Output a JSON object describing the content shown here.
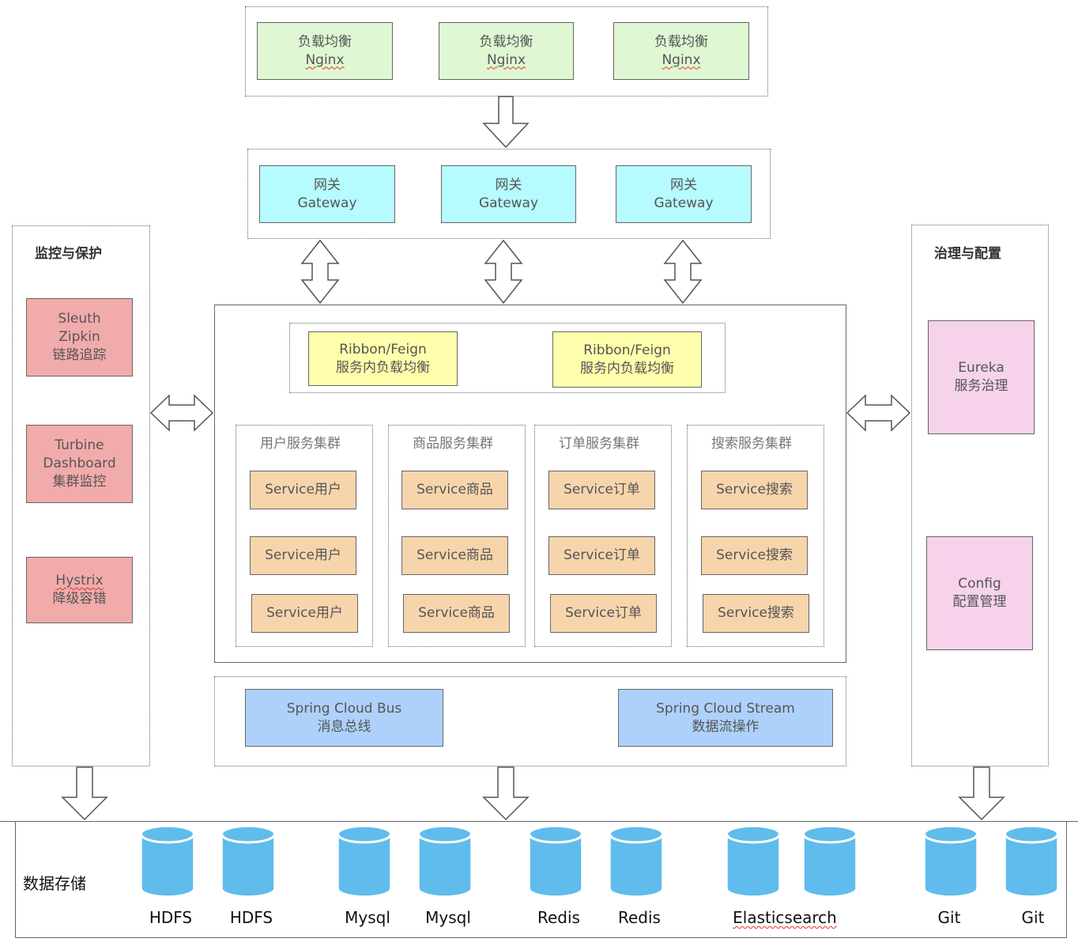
{
  "nginx": [
    {
      "title": "负载均衡",
      "name": "Nginx"
    },
    {
      "title": "负载均衡",
      "name": "Nginx"
    },
    {
      "title": "负载均衡",
      "name": "Nginx"
    }
  ],
  "gateways": [
    {
      "title": "网关",
      "name": "Gateway"
    },
    {
      "title": "网关",
      "name": "Gateway"
    },
    {
      "title": "网关",
      "name": "Gateway"
    }
  ],
  "ribbon": [
    {
      "name": "Ribbon/Feign",
      "desc": "服务内负载均衡"
    },
    {
      "name": "Ribbon/Feign",
      "desc": "服务内负载均衡"
    }
  ],
  "clusters": [
    {
      "title": "用户服务集群",
      "services": [
        "Service用户",
        "Service用户",
        "Service用户"
      ]
    },
    {
      "title": "商品服务集群",
      "services": [
        "Service商品",
        "Service商品",
        "Service商品"
      ]
    },
    {
      "title": "订单服务集群",
      "services": [
        "Service订单",
        "Service订单",
        "Service订单"
      ]
    },
    {
      "title": "搜索服务集群",
      "services": [
        "Service搜索",
        "Service搜索",
        "Service搜索"
      ]
    }
  ],
  "monitor": {
    "title": "监控与保护",
    "items": [
      {
        "lines": [
          "Sleuth",
          "Zipkin",
          "链路追踪"
        ]
      },
      {
        "lines": [
          "Turbine",
          "Dashboard",
          "集群监控"
        ]
      },
      {
        "lines": [
          "Hystrix",
          "降级容错"
        ]
      }
    ]
  },
  "governance": {
    "title": "治理与配置",
    "items": [
      {
        "lines": [
          "Eureka",
          "服务治理"
        ]
      },
      {
        "lines": [
          "Config",
          "配置管理"
        ]
      }
    ]
  },
  "messaging": [
    {
      "name": "Spring Cloud Bus",
      "desc": "消息总线"
    },
    {
      "name": "Spring Cloud Stream",
      "desc": "数据流操作"
    }
  ],
  "storage": {
    "title": "数据存储",
    "labels": [
      "HDFS",
      "HDFS",
      "Mysql",
      "Mysql",
      "Redis",
      "Redis",
      "Elasticsearch",
      "Git",
      "Git"
    ]
  },
  "colors": {
    "nginx": "#dff8d3",
    "gateway": "#b6fbff",
    "ribbon": "#fefeac",
    "service": "#f7d5ac",
    "monitor": "#f2abab",
    "governance": "#f6d3ea",
    "messaging": "#aed1fc",
    "database": "#5fbcec"
  }
}
